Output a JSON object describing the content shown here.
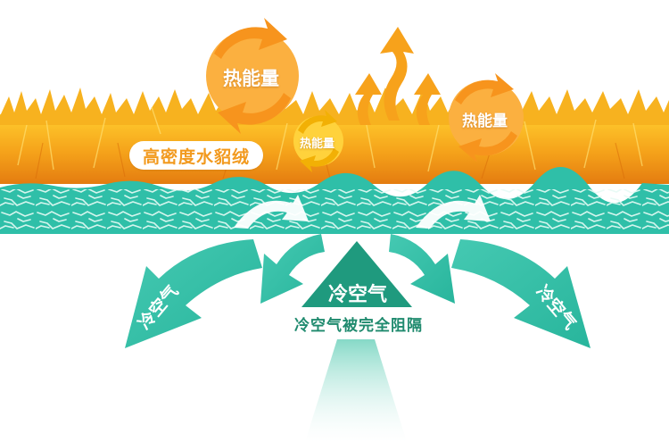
{
  "diagram": {
    "heat_labels": [
      "热能量",
      "热能量",
      "热能量"
    ],
    "material_label": "高密度水貂绒",
    "cold_air_labels": [
      "冷空气",
      "冷空气"
    ],
    "center_label": "冷空气",
    "blocked_caption": "冷空气被完全阻隔",
    "colors": {
      "fur": "#f5a41c",
      "heat_circle": "#fbb040",
      "heat_circle_small": "#ffd23c",
      "teal": "#2fbfa8",
      "teal_dark": "#1f8a6e",
      "rising_arrow": "#f7a21b"
    }
  }
}
